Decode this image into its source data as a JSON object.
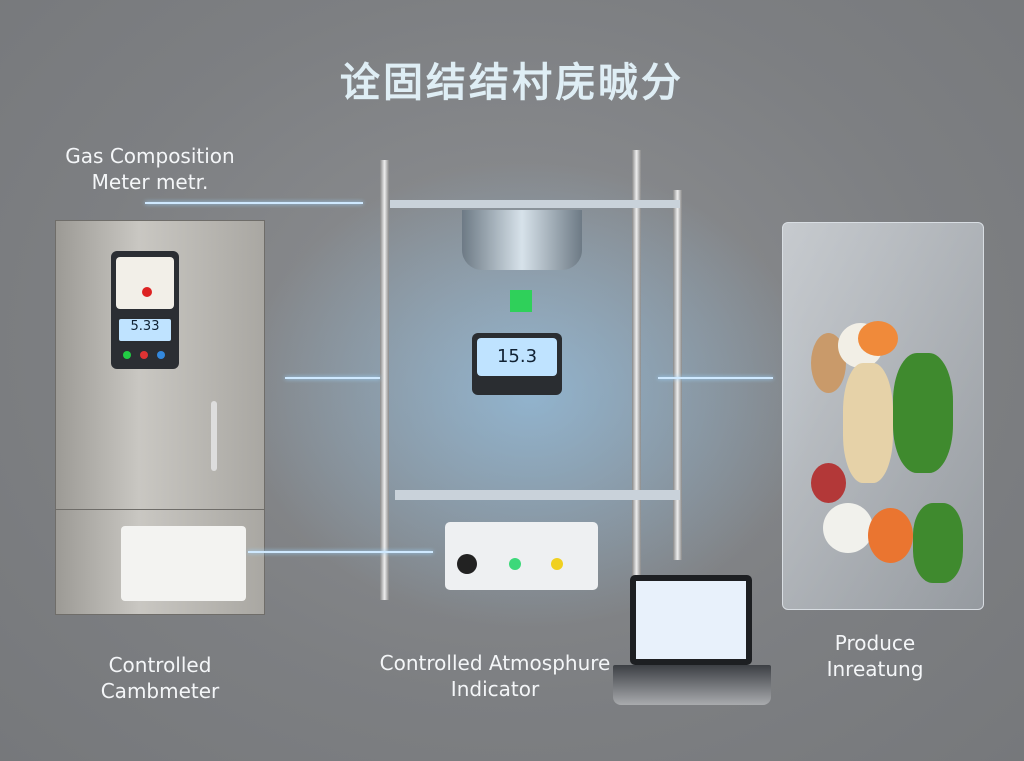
{
  "title": "诠固结结村庑晠分",
  "labels": {
    "gas_meter": "Gas Composition\nMeter metr.",
    "cabinet": "Controlled\nCambmeter",
    "indicator": "Controlled Atmosphure\nIndicator",
    "produce": "Produce\nInreatung"
  },
  "device_displays": {
    "cabinet_screen": "5.33",
    "central_screen": "15.3"
  },
  "colors": {
    "background": "#7f8183",
    "glow": "#9fd6ff",
    "title": "#dfeef5"
  }
}
